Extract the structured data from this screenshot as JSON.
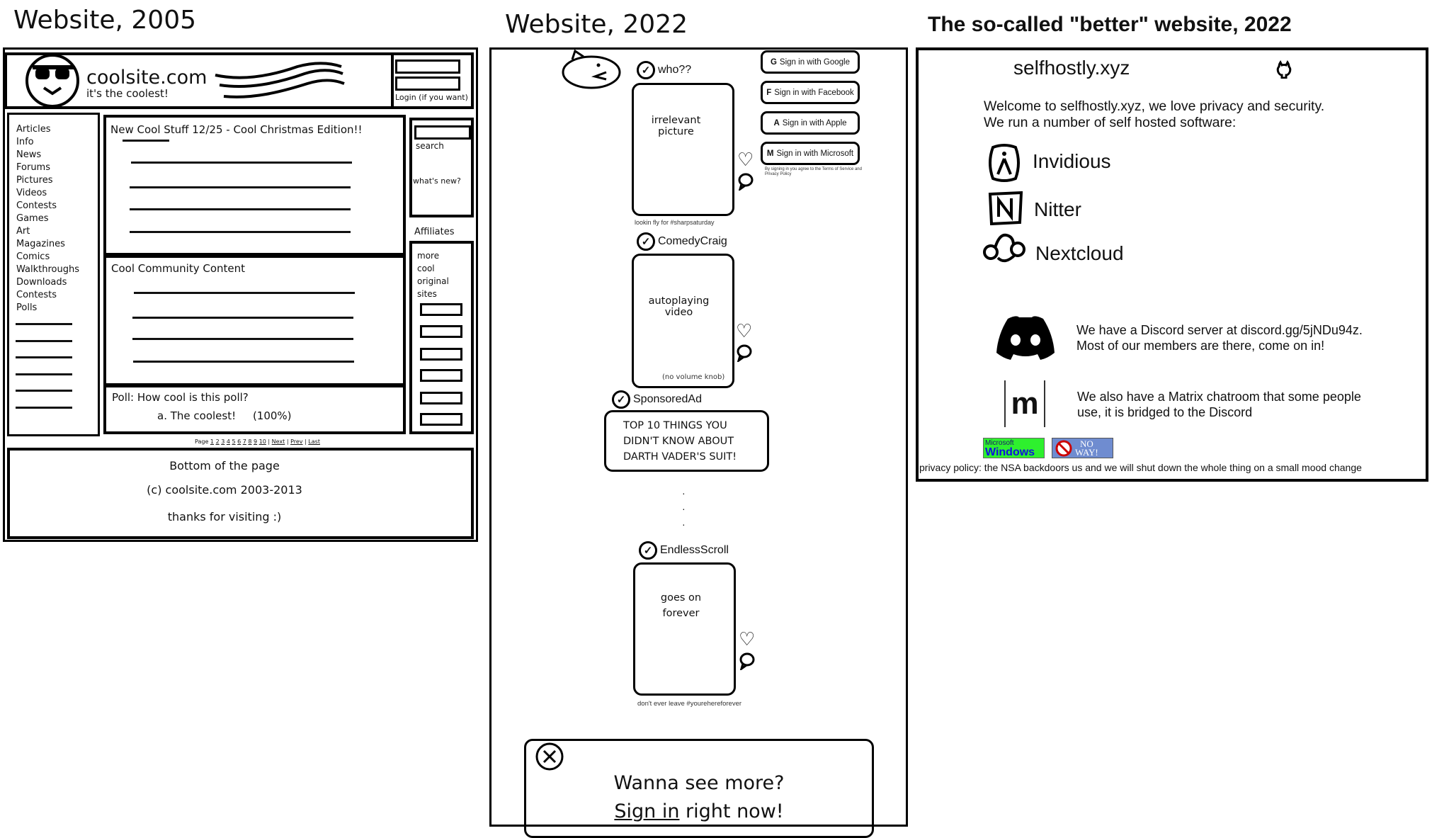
{
  "panel2005": {
    "title": "Website, 2005",
    "logo": "coolsite.com",
    "tagline": "it's the coolest!",
    "login_label": "Login (if you want)",
    "nav": [
      "Articles",
      "Info",
      "News",
      "Forums",
      "Pictures",
      "Videos",
      "Contests",
      "Games",
      "Art",
      "Magazines",
      "Comics",
      "Walkthroughs",
      "Downloads",
      "Contests",
      "Polls"
    ],
    "news_title": "New Cool Stuff 12/25 - Cool Christmas Edition!!",
    "community_title": "Cool Community Content",
    "poll_question": "Poll: How cool is this poll?",
    "poll_answer": "a. The coolest!     (100%)",
    "search_label": "search",
    "whats_new": "what's new?",
    "affiliates_title": "Affiliates",
    "affiliates_text": [
      "more",
      "cool",
      "original",
      "sites"
    ],
    "pagination": {
      "prefix": "Page",
      "pages": [
        "1",
        "2",
        "3",
        "4",
        "5",
        "6",
        "7",
        "8",
        "9",
        "10"
      ],
      "next": "Next",
      "prev": "Prev",
      "last": "Last"
    },
    "footer": [
      "Bottom of the page",
      "(c) coolsite.com 2003-2013",
      "thanks for visiting :)"
    ]
  },
  "panel2022": {
    "title": "Website, 2022",
    "signin": [
      {
        "letter": "G",
        "label": "Sign in with Google"
      },
      {
        "letter": "F",
        "label": "Sign in with Facebook"
      },
      {
        "letter": "A",
        "label": "Sign in with Apple"
      },
      {
        "letter": "M",
        "label": "Sign in with Microsoft"
      }
    ],
    "terms": "By signing in you agree to the Terms of Service and Privacy Policy",
    "posts": [
      {
        "user": "who??",
        "content": "irrelevant picture",
        "caption": "lookin fly for #sharpsaturday"
      },
      {
        "user": "ComedyCraig",
        "content": "autoplaying video",
        "note": "(no volume knob)"
      },
      {
        "user": "SponsoredAd",
        "content": "TOP 10 THINGS YOU DIDN'T KNOW ABOUT DARTH VADER'S SUIT!"
      },
      {
        "user": "EndlessScroll",
        "content": "goes on forever",
        "caption": "don't ever leave #yourehereforever"
      }
    ],
    "modal": {
      "heading": "Wanna see more?",
      "link": "Sign in",
      "rest": " right now!"
    }
  },
  "panelBetter": {
    "title": "The so-called \"better\" website, 2022",
    "site_name": "selfhostly.xyz",
    "intro": [
      "Welcome to selfhostly.xyz, we love privacy and security.",
      "We run a number of self hosted software:"
    ],
    "services": [
      "Invidious",
      "Nitter",
      "Nextcloud"
    ],
    "discord": [
      "We have a Discord server at discord.gg/5jNDu94z.",
      "Most of our members are there, come on in!"
    ],
    "matrix": [
      "We also have a Matrix chatroom that some people",
      "use, it is bridged to the Discord"
    ],
    "badge_windows": [
      "Microsoft",
      "Windows"
    ],
    "badge_noway": [
      "NO",
      "WAY!"
    ],
    "privacy": "privacy policy: the NSA backdoors us and we will shut down the whole thing on a small mood change"
  }
}
